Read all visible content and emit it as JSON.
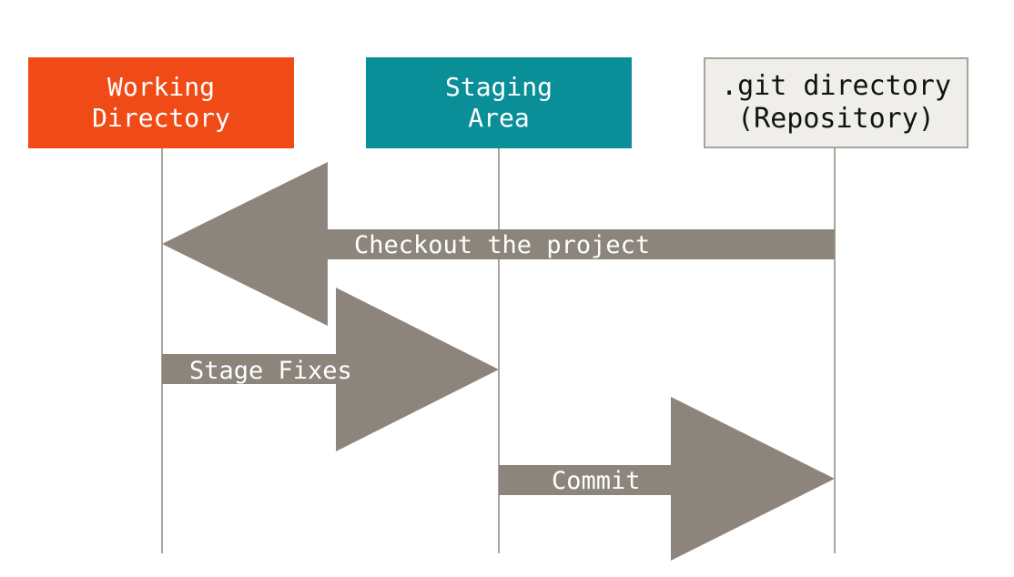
{
  "columns": {
    "working": {
      "line1": "Working",
      "line2": "Directory"
    },
    "staging": {
      "line1": "Staging",
      "line2": "Area"
    },
    "repository": {
      "line1": ".git directory",
      "line2": "(Repository)"
    }
  },
  "arrows": {
    "checkout": {
      "label": "Checkout the project",
      "from": "repository",
      "to": "working"
    },
    "stage": {
      "label": "Stage Fixes",
      "from": "working",
      "to": "staging"
    },
    "commit": {
      "label": "Commit",
      "from": "staging",
      "to": "repository"
    }
  },
  "colors": {
    "working": "#f04b16",
    "staging": "#0a8f98",
    "repository": "#efeeea",
    "repository_border": "#a9a59d",
    "arrow": "#8c857c",
    "lifeline": "#a9a59d",
    "label": "#ffffff"
  }
}
